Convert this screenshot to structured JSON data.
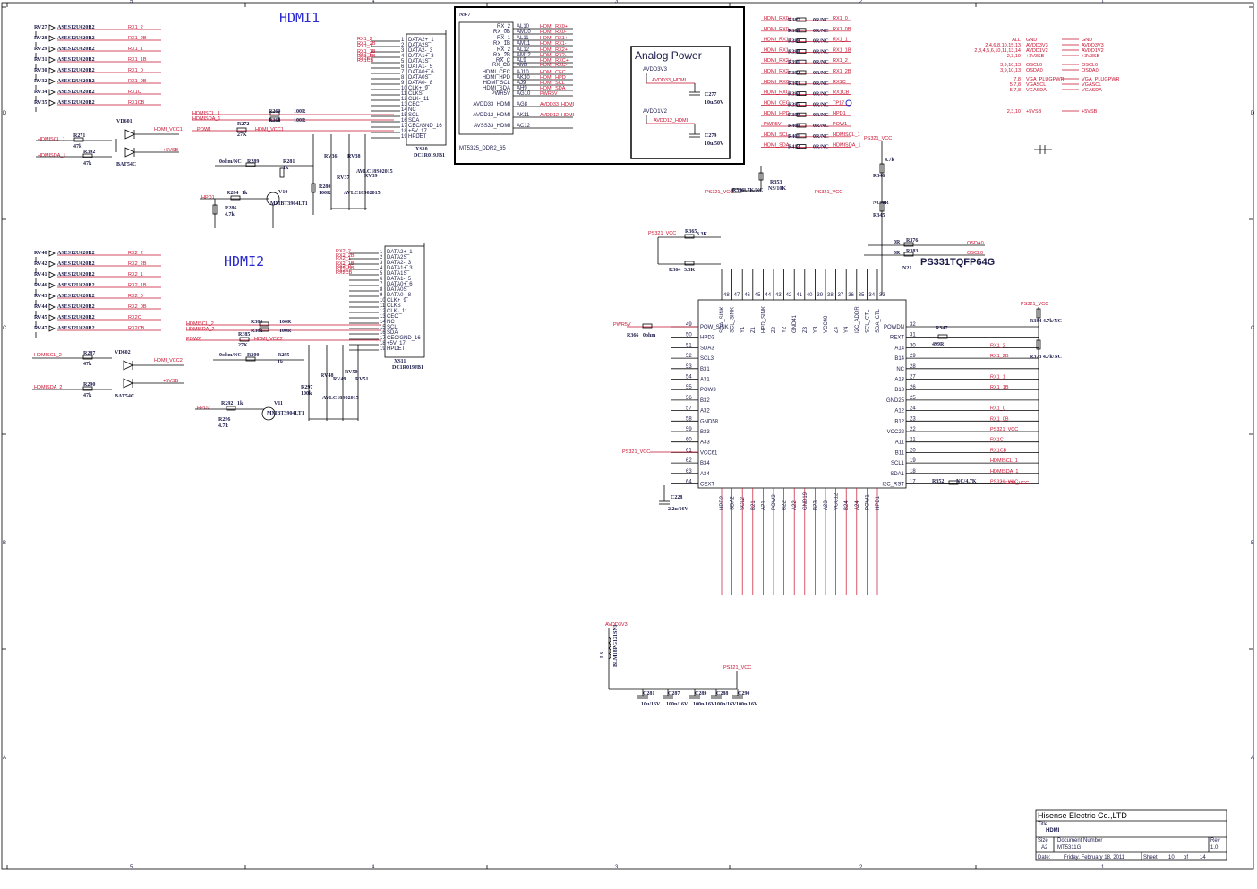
{
  "hdmi1": {
    "title": "HDMI1",
    "tvs": [
      "RV27",
      "RV28",
      "RV29",
      "RV31",
      "RV30",
      "RV32",
      "RV34",
      "RV35"
    ],
    "tvs_part": "ASES12U020R2",
    "nets": [
      "RX1_2",
      "RX1_2B",
      "RX1_1",
      "RX1_1B",
      "RX1_0",
      "RX1_0B",
      "RX1C",
      "RX1CB"
    ],
    "connector_pins": [
      "DATA2+_1",
      "DATA2S",
      "DATA2-_3",
      "DATA1+_3",
      "DATA1S",
      "DATA1-_5",
      "DATA0+_6",
      "DATA0S",
      "DATA0-_8",
      "CLK+_9",
      "CLKS",
      "CLK-_11",
      "CEC",
      "NC",
      "SCL",
      "SDA",
      "CEC/GND_16",
      "+5V_17",
      "HPDET"
    ],
    "connector_ref": "XS10",
    "connector_part": "DC1R019JB1",
    "diode": "VD601",
    "diode_part": "BAT54C",
    "transistor": "V10",
    "transistor_part": "MMBT3904LT1",
    "hdmi_scl": "HDMISCL_1",
    "hdmi_sda": "HDMISDA_1",
    "hdmi_vcc": "HDMI_VCC1",
    "pow": "POW1",
    "hpd": "HPD1"
  },
  "hdmi2": {
    "title": "HDMI2",
    "tvs": [
      "RV40",
      "RV42",
      "RV41",
      "RV46",
      "RV43",
      "RV44",
      "RV45",
      "RV47"
    ],
    "tvs_part": "ASES12U020R2",
    "nets": [
      "RX2_2",
      "RX2_2B",
      "RX2_1",
      "RX2_1B",
      "RX2_0",
      "RX2_0B",
      "RX2C",
      "RX2CB"
    ],
    "connector_pins": [
      "DATA2+_1",
      "DATA2S",
      "DATA2-_3",
      "DATA1+_3",
      "DATA1S",
      "DATA1-_5",
      "DATA0+_6",
      "DATA0S",
      "DATA0-_8",
      "CLK+_9",
      "CLKS",
      "CLK-_11",
      "CEC",
      "NC",
      "SCL",
      "SDA",
      "CEC/GND_16",
      "+5V_17",
      "HPDET"
    ],
    "connector_ref": "XS11",
    "connector_part": "DC1R019JB1",
    "diode": "VD602",
    "diode_part": "BAT54C",
    "transistor": "V11",
    "transistor_part": "MMBT3904LT1",
    "hdmi_scl": "HDMISCL_2",
    "hdmi_sda": "HDMISDA_2",
    "hdmi_vcc": "HDMI_VCC2",
    "pow": "POW2",
    "hpd": "HPD2"
  },
  "mt5325": {
    "ref": "N9-7",
    "part": "MT5325_DDR2_65",
    "pins": [
      {
        "name": "RX_2",
        "ball": "AL10",
        "net": "HDMI_RX0+"
      },
      {
        "name": "RX_0B",
        "ball": "AM10",
        "net": "HDMI_RX0-"
      },
      {
        "name": "RX_1",
        "ball": "AL11",
        "net": "HDMI_RX1+"
      },
      {
        "name": "RX_1B",
        "ball": "AM11",
        "net": "HDMI_RX1-"
      },
      {
        "name": "RX_2",
        "ball": "AL12",
        "net": "HDMI_RX2+"
      },
      {
        "name": "RX_2B",
        "ball": "AM12",
        "net": "HDMI_RX2-"
      },
      {
        "name": "RX_C",
        "ball": "AL9",
        "net": "HDMI_RXC+"
      },
      {
        "name": "RX_CB",
        "ball": "AM9",
        "net": "HDMI_RXC-"
      },
      {
        "name": "HDMI_CEC",
        "ball": "AJ10",
        "net": "HDMI_CEC"
      },
      {
        "name": "HDMI_HPD",
        "ball": "AK10",
        "net": "HDMI_HPD"
      },
      {
        "name": "HDMI_SCL",
        "ball": "AJ9",
        "net": "HDMI_SCL"
      },
      {
        "name": "HDMI_SDA",
        "ball": "AH9",
        "net": "HDMI_SDA"
      },
      {
        "name": "PWR5V",
        "ball": "AG10",
        "net": "PWR5V"
      },
      {
        "name": "AVDD33_HDMI",
        "ball": "AG8",
        "net": "AVDD33_HDMI"
      },
      {
        "name": "AVDD12_HDMI",
        "ball": "AK11",
        "net": "AVDD12_HDMI"
      },
      {
        "name": "AVSS33_HDMI",
        "ball": "AC12",
        "net": ""
      }
    ]
  },
  "analog_power": {
    "title": "Analog Power",
    "rail1": "AVDD3V3",
    "net1": "AVDD33_HDMI",
    "cap1": "C277",
    "cap1_val": "10u/50V",
    "rail2": "AVDD1V2",
    "net2": "AVDD12_HDMI",
    "cap2": "C279",
    "cap2_val": "10u/50V"
  },
  "resistor_array": {
    "nets_left": [
      "HDMI_RX0+",
      "HDMI_RX0-",
      "HDMI_RX1+",
      "HDMI_RX1-",
      "HDMI_RX2+",
      "HDMI_RX2-",
      "HDMI_RXC+",
      "HDMI_RXC-",
      "HDMI_CEC",
      "HDMI_HPD",
      "PWR5V",
      "HDMI_SCL",
      "HDMI_SDA"
    ],
    "refs": [
      "R387",
      "R388",
      "R389",
      "R390",
      "R391",
      "R392",
      "R393",
      "R394",
      "R395",
      "R399",
      "R400",
      "R401",
      "R413"
    ],
    "value": "0R/NC",
    "nets_right": [
      "RX1_0",
      "RX1_0B",
      "RX1_1",
      "RX1_1B",
      "RX1_2",
      "RX1_2B",
      "RX1C",
      "RX1CB",
      "TP17",
      "HPD1",
      "POW1",
      "HDMISCL_1",
      "HDMISDA_1"
    ]
  },
  "power_table": {
    "rows": [
      {
        "pins": "ALL",
        "name": "GND",
        "net": "GND"
      },
      {
        "pins": "2,4,6,8,10,15,13",
        "name": "AVDD3V3",
        "net": "AVDD3V3"
      },
      {
        "pins": "2,3,4,5,6,10,11,13,14",
        "name": "AVDD1V2",
        "net": "AVDD1V2"
      },
      {
        "pins": "2,3,10",
        "name": "+3V3SB",
        "net": "+3V3SB"
      },
      {
        "pins": "3,9,10,13",
        "name": "OSCL0",
        "net": "OSCL0"
      },
      {
        "pins": "3,9,10,13",
        "name": "OSDA0",
        "net": "OSDA0"
      },
      {
        "pins": "7,8",
        "name": "VGA_PLUGPWR",
        "net": "VGA_PLUGPWR"
      },
      {
        "pins": "5,7,8",
        "name": "VGASCL",
        "net": "VGASCL"
      },
      {
        "pins": "5,7,8",
        "name": "VGASDA",
        "net": "VGASDA"
      },
      {
        "pins": "2,3,10",
        "name": "+5VSB",
        "net": "+5VSB"
      }
    ]
  },
  "ps331": {
    "part": "PS331TQFP64G",
    "supply": "PS321_VCC",
    "top_pins": [
      "SDA_SINK",
      "SCL_SINK",
      "Y1",
      "Z1",
      "HPD_SINK",
      "Z2",
      "Y2",
      "GND41",
      "Z3",
      "Y3",
      "VCC40",
      "Z4",
      "Y4",
      "I2C_ADDR",
      "SCL_CTL",
      "SDA_CTL"
    ],
    "top_nums": [
      "48",
      "47",
      "46",
      "45",
      "44",
      "43",
      "42",
      "41",
      "40",
      "39",
      "38",
      "37",
      "36",
      "35",
      "34",
      "33"
    ],
    "left_pins": [
      "POW_SINK",
      "HPD3",
      "SDA3",
      "SCL3",
      "B31",
      "A31",
      "POW3",
      "B32",
      "A32",
      "GND58",
      "B33",
      "A33",
      "VCC61",
      "B34",
      "A34",
      "CEXT"
    ],
    "left_nums": [
      "49",
      "50",
      "51",
      "52",
      "53",
      "54",
      "55",
      "56",
      "57",
      "58",
      "59",
      "60",
      "61",
      "62",
      "63",
      "64"
    ],
    "right_pins": [
      "POWDN",
      "REXT",
      "A14",
      "B14",
      "NC",
      "A13",
      "B13",
      "GND25",
      "A12",
      "B12",
      "VCC22",
      "A11",
      "B11",
      "SCL1",
      "SDA1",
      "I2C_RST"
    ],
    "right_nums": [
      "32",
      "31",
      "30",
      "29",
      "28",
      "27",
      "26",
      "25",
      "24",
      "23",
      "22",
      "21",
      "20",
      "19",
      "18",
      "17"
    ],
    "bottom_pins": [
      "HPD2",
      "SDA2",
      "SCL2",
      "B21",
      "A21",
      "POW2",
      "B22",
      "A22",
      "GND19",
      "B23",
      "A23",
      "VCC12",
      "B24",
      "A24",
      "POW1",
      "HPD1"
    ],
    "right_nets": [
      "",
      "",
      "RX1_2",
      "RX1_2B",
      "",
      "RX1_1",
      "RX1_1B",
      "",
      "RX1_0",
      "RX1_0B",
      "PS321_VCC",
      "RX1C",
      "RX1CB",
      "HDMISCL_1",
      "HDMISDA_1",
      "PS321_VCC"
    ],
    "osda": "OSDA0",
    "oscl": "OSCL0"
  },
  "decoupling": {
    "supply": "AVDD3V3",
    "inductor": "L3",
    "inductor_part": "BLM18PG121SN1",
    "vcc": "PS321_VCC",
    "caps": [
      {
        "ref": "C281",
        "val": "10u/16V"
      },
      {
        "ref": "C287",
        "val": "100n/16V"
      },
      {
        "ref": "C289",
        "val": "100n/16V"
      },
      {
        "ref": "C288",
        "val": "100n/16V"
      },
      {
        "ref": "C290",
        "val": "100n/16V"
      }
    ]
  },
  "title_block": {
    "company": "Hisense Electric Co.,LTD",
    "title_label": "Title",
    "title": "HDMI",
    "size_label": "Size",
    "size": "A2",
    "docnum_label": "Document Number",
    "docnum": "MT5311G",
    "rev_label": "Rev",
    "rev": "1.0",
    "date_label": "Date:",
    "date": "Friday, February 18, 2011",
    "sheet_label": "Sheet",
    "sheet": "10",
    "of_label": "of",
    "of": "14"
  },
  "frame": {
    "cols": [
      "5",
      "4",
      "3",
      "2",
      "1"
    ],
    "rows": [
      "D",
      "C",
      "B",
      "A"
    ]
  }
}
